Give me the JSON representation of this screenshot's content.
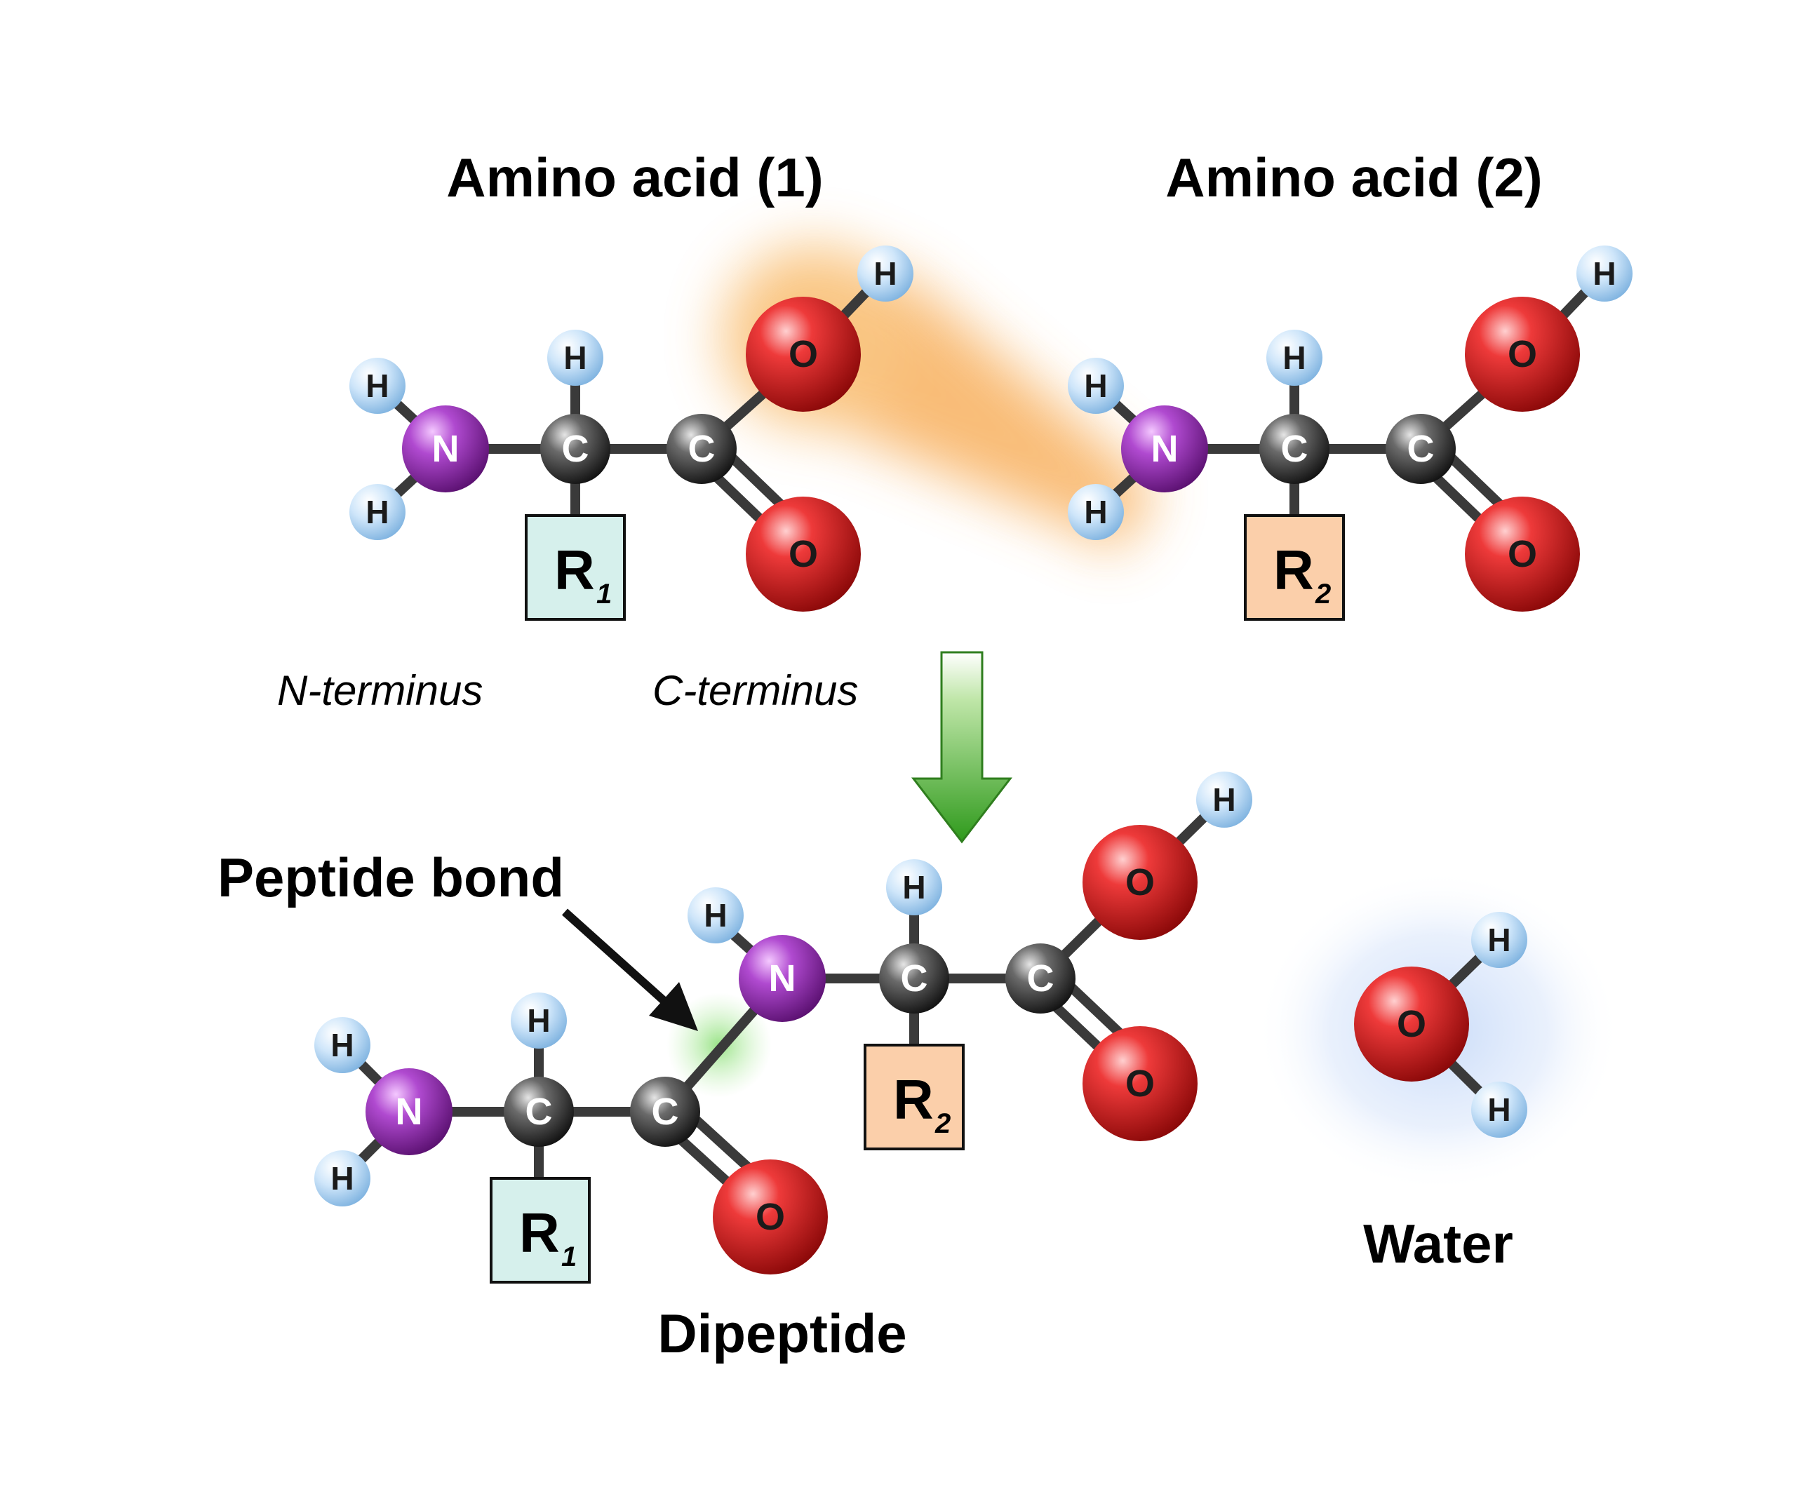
{
  "titles": {
    "amino_acid_1": "Amino acid (1)",
    "amino_acid_2": "Amino acid (2)"
  },
  "terminus": {
    "n": "N-terminus",
    "c": "C-terminus"
  },
  "labels": {
    "peptide_bond": "Peptide bond",
    "dipeptide": "Dipeptide",
    "water": "Water"
  },
  "atoms": {
    "N": "N",
    "C": "C",
    "O": "O",
    "H": "H"
  },
  "residues": {
    "r1": {
      "letter": "R",
      "sub": "1"
    },
    "r2": {
      "letter": "R",
      "sub": "2"
    }
  },
  "colors": {
    "nitrogen": "#8e2aa8",
    "carbon": "#3c3c3c",
    "oxygen": "#d81c1c",
    "hydrogen": "#bcdcf4",
    "r1_fill": "#d6f0ec",
    "r2_fill": "#fbcfaa",
    "arrow_green": "#3fae2a",
    "water_glow": "#c4d8f8",
    "reaction_glow": "#f7a64a",
    "bond_glow": "#9ee88c"
  }
}
